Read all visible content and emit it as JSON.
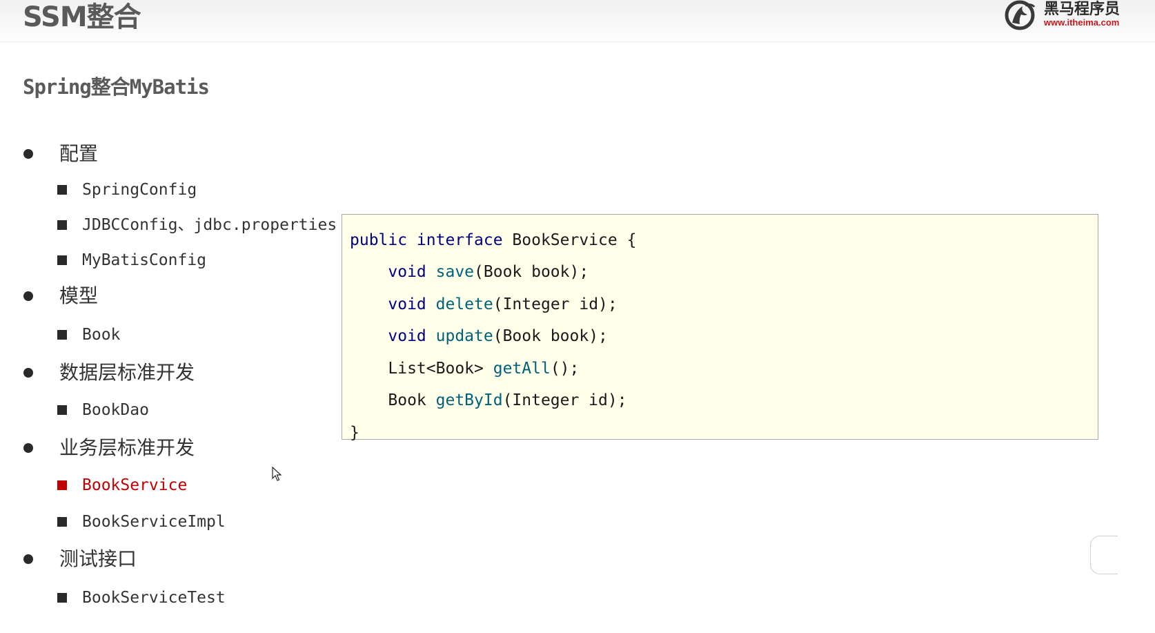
{
  "slide": {
    "title": "SSM整合",
    "subtitle": "Spring整合MyBatis"
  },
  "logo": {
    "name": "黑马程序员",
    "url": "www.itheima.com",
    "icon": "horse-logo-icon"
  },
  "outline": [
    {
      "label": "配置",
      "children": [
        "SpringConfig",
        "JDBCConfig、jdbc.properties",
        "MyBatisConfig"
      ]
    },
    {
      "label": "模型",
      "children": [
        "Book"
      ]
    },
    {
      "label": "数据层标准开发",
      "children": [
        "BookDao"
      ]
    },
    {
      "label": "业务层标准开发",
      "children": [
        "BookService",
        "BookServiceImpl"
      ]
    },
    {
      "label": "测试接口",
      "children": [
        "BookServiceTest"
      ]
    }
  ],
  "active_item": "BookService",
  "code": {
    "lines": [
      [
        {
          "t": "public interface",
          "c": "kw"
        },
        {
          "t": " BookService {",
          "c": ""
        }
      ],
      [
        {
          "t": "    ",
          "c": ""
        },
        {
          "t": "void",
          "c": "kw"
        },
        {
          "t": " ",
          "c": ""
        },
        {
          "t": "save",
          "c": "fn"
        },
        {
          "t": "(Book book);",
          "c": ""
        }
      ],
      [
        {
          "t": "    ",
          "c": ""
        },
        {
          "t": "void",
          "c": "kw"
        },
        {
          "t": " ",
          "c": ""
        },
        {
          "t": "delete",
          "c": "fn"
        },
        {
          "t": "(Integer id);",
          "c": ""
        }
      ],
      [
        {
          "t": "    ",
          "c": ""
        },
        {
          "t": "void",
          "c": "kw"
        },
        {
          "t": " ",
          "c": ""
        },
        {
          "t": "update",
          "c": "fn"
        },
        {
          "t": "(Book book);",
          "c": ""
        }
      ],
      [
        {
          "t": "    List<Book> ",
          "c": ""
        },
        {
          "t": "getAll",
          "c": "fn"
        },
        {
          "t": "();",
          "c": ""
        }
      ],
      [
        {
          "t": "    Book ",
          "c": ""
        },
        {
          "t": "getById",
          "c": "fn"
        },
        {
          "t": "(Integer id);",
          "c": ""
        }
      ],
      [
        {
          "t": "}",
          "c": ""
        }
      ]
    ]
  },
  "colors": {
    "active": "#c00000",
    "keyword": "#000080",
    "method": "#00627a",
    "code_background": "#ffffea"
  }
}
